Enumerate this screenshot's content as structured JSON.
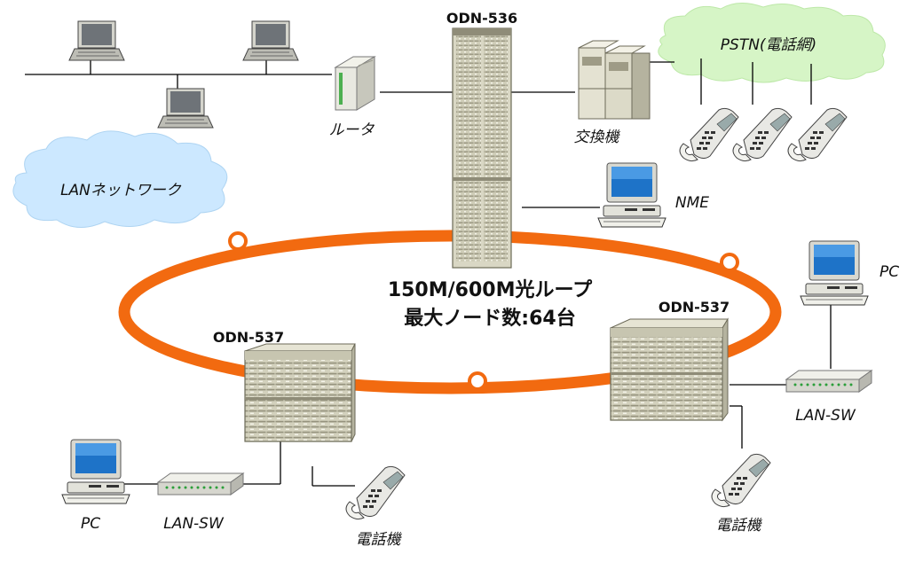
{
  "labels": {
    "odn536": "ODN-536",
    "odn537_left": "ODN-537",
    "odn537_right": "ODN-537",
    "ring_line1": "150M/600M光ループ",
    "ring_line2": "最大ノード数:64台",
    "pstn": "PSTN(電話網)",
    "lan_network": "LANネットワーク",
    "router": "ルータ",
    "exchange": "交換機",
    "nme": "NME",
    "pc_right": "PC",
    "pc_left": "PC",
    "lansw_right": "LAN-SW",
    "lansw_left": "LAN-SW",
    "phone_left": "電話機",
    "phone_right": "電話機"
  },
  "colors": {
    "ring": "#f26a10",
    "cloud": "#cce8ff",
    "pstn_cloud": "#d6f5c6",
    "rack": "#d9d7c4",
    "rack_dark": "#8f8c78",
    "monitor_screen": "#1e73c8"
  },
  "icons": {
    "router": "router-icon",
    "exchange": "exchange-cabinet-icon",
    "pc": "computer-icon",
    "phone": "telephone-icon",
    "switch": "network-switch-icon",
    "rack": "server-rack-icon",
    "cloud": "cloud-icon"
  }
}
